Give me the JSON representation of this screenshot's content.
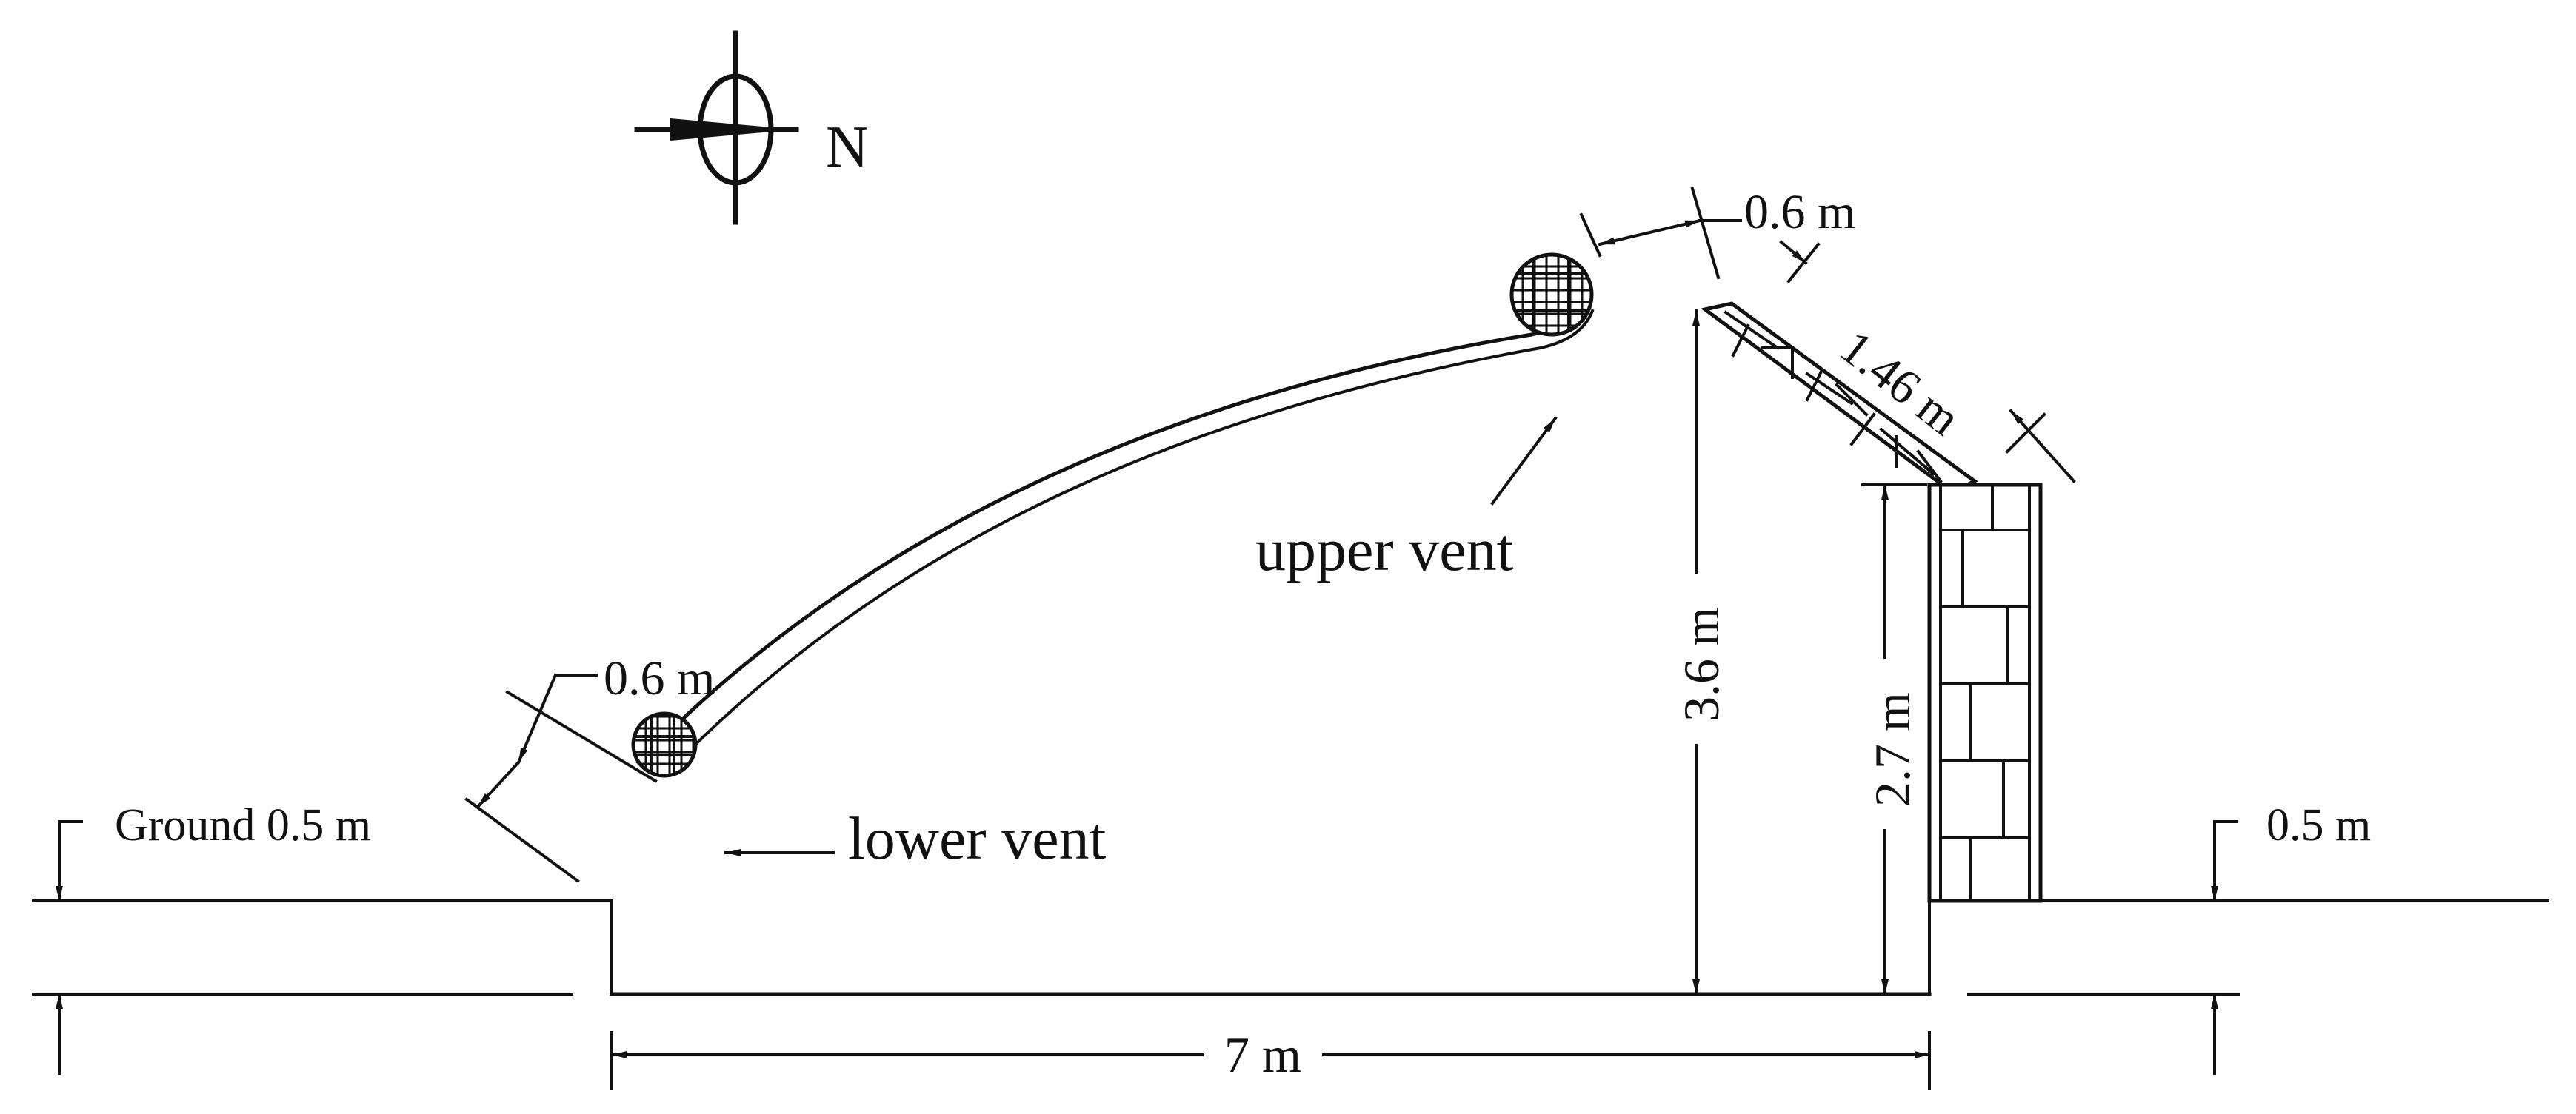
{
  "compass": {
    "label": "N"
  },
  "labels": {
    "ground_left": "Ground 0.5 m",
    "ground_right": "0.5 m",
    "lower_vent_width": "0.6 m",
    "upper_vent_width": "0.6 m",
    "roof_length": "1.46 m",
    "ridge_height": "3.6 m",
    "wall_height": "2.7 m",
    "span": "7 m",
    "upper_vent": "upper vent",
    "lower_vent": "lower vent"
  },
  "colors": {
    "ink": "#111111",
    "background": "#ffffff"
  }
}
